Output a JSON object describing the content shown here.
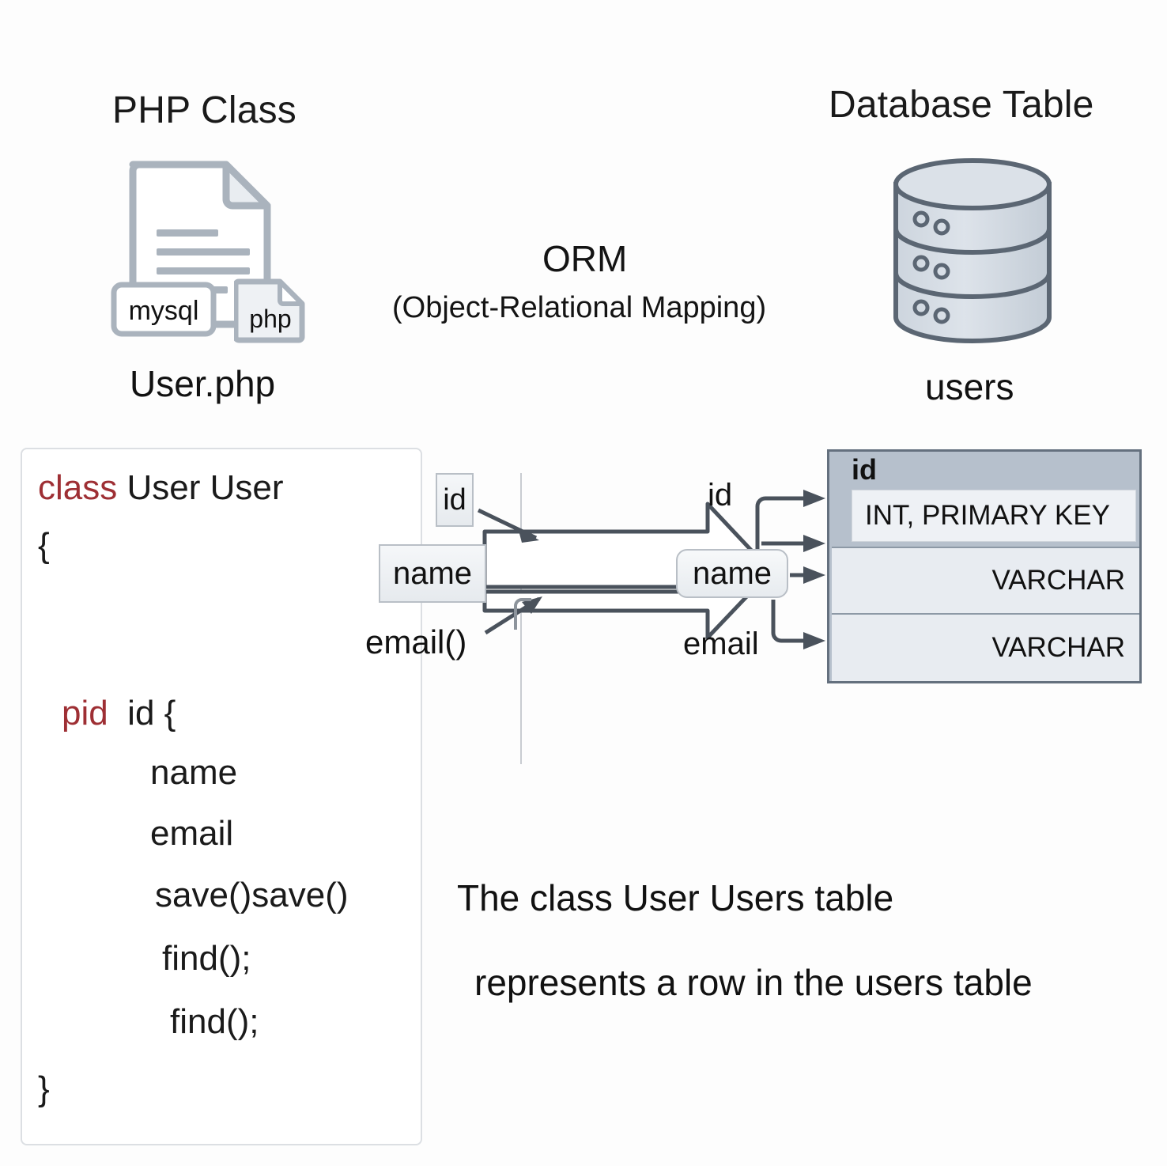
{
  "headings": {
    "php_class": "PHP Class",
    "database_table": "Database Table"
  },
  "captions": {
    "php_file": "User.php",
    "db_table": "users"
  },
  "orm": {
    "title": "ORM",
    "subtitle": "(Object-Relational Mapping)"
  },
  "file_icon": {
    "mysql_badge": "mysql",
    "php_badge": "php"
  },
  "code": {
    "line1_keyword": "class",
    "line1_rest": " User User",
    "line2": "{",
    "line3_keyword": "pid",
    "line3_rest": "  id {",
    "line4": "name",
    "line5": "email",
    "line6": "save()save()",
    "line7": "find();",
    "line8": "find();",
    "line9": "}"
  },
  "object_fields": {
    "id": "id",
    "name": "name",
    "email": "email()"
  },
  "column_fields": {
    "id": "id",
    "name": "name",
    "email": "email"
  },
  "db_table": {
    "header": "id",
    "rows": [
      "INT, PRIMARY KEY",
      "VARCHAR",
      "VARCHAR"
    ]
  },
  "footer": {
    "line1": "The class User  Users table",
    "line2": "represents a row in the users table"
  },
  "colors": {
    "keyword_red": "#9e2f34",
    "table_header_band": "#b6c0cc",
    "table_row": "#e8ecf1",
    "table_border": "#64707e",
    "arrow_stroke": "#4a525c",
    "icon_gray": "#aab3bd"
  }
}
